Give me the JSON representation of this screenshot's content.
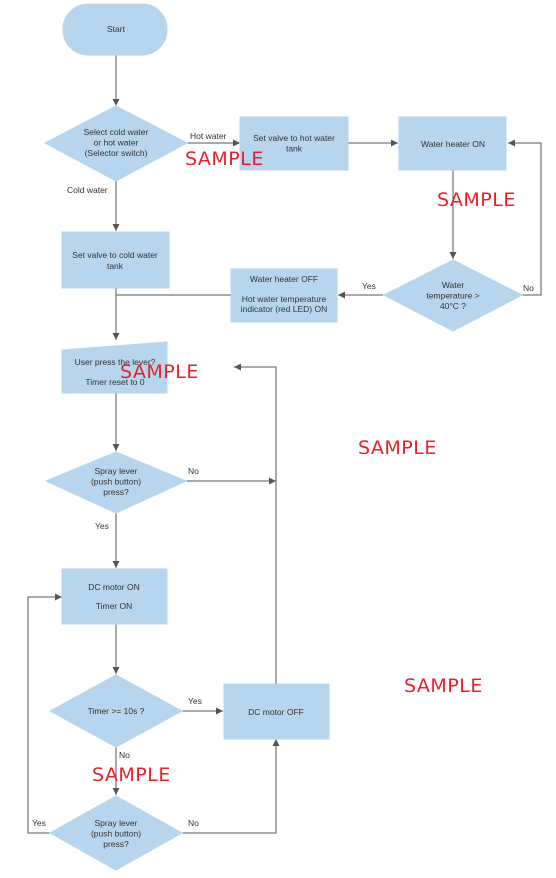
{
  "colors": {
    "fill": "#b7d6ed",
    "line": "#555555",
    "text": "#333333",
    "watermark": "#e8202a"
  },
  "nodes": {
    "start": "Start",
    "select": [
      "Select cold water",
      "or hot water",
      "(Selector switch)"
    ],
    "hot_valve": [
      "Set valve to hot water",
      "tank"
    ],
    "heater_on": "Water heater ON",
    "temp_check": [
      "Water",
      "temperature >",
      "40°C ?"
    ],
    "heater_off": [
      "Water heater OFF",
      "",
      "Hot water temperature",
      "indicator (red LED) ON"
    ],
    "cold_valve": [
      "Set valve to cold water",
      "tank"
    ],
    "lever": [
      "User press the lever?",
      "",
      "Timer reset to 0"
    ],
    "spray1": [
      "Spray lever",
      "(push button)",
      "press?"
    ],
    "motor_on": [
      "DC motor ON",
      "",
      "Timer ON"
    ],
    "timer_check": "Timer >= 10s ?",
    "motor_off": "DC motor OFF",
    "spray2": [
      "Spray lever",
      "(push button)",
      "press?"
    ]
  },
  "edge_labels": {
    "hot_water": "Hot water",
    "cold_water": "Cold water",
    "temp_yes": "Yes",
    "temp_no": "No",
    "spray1_no": "No",
    "spray1_yes": "Yes",
    "timer_yes": "Yes",
    "timer_no": "No",
    "spray2_yes": "Yes",
    "spray2_no": "No"
  },
  "watermarks": [
    "SAMPLE",
    "SAMPLE",
    "SAMPLE",
    "SAMPLE",
    "SAMPLE",
    "SAMPLE"
  ]
}
